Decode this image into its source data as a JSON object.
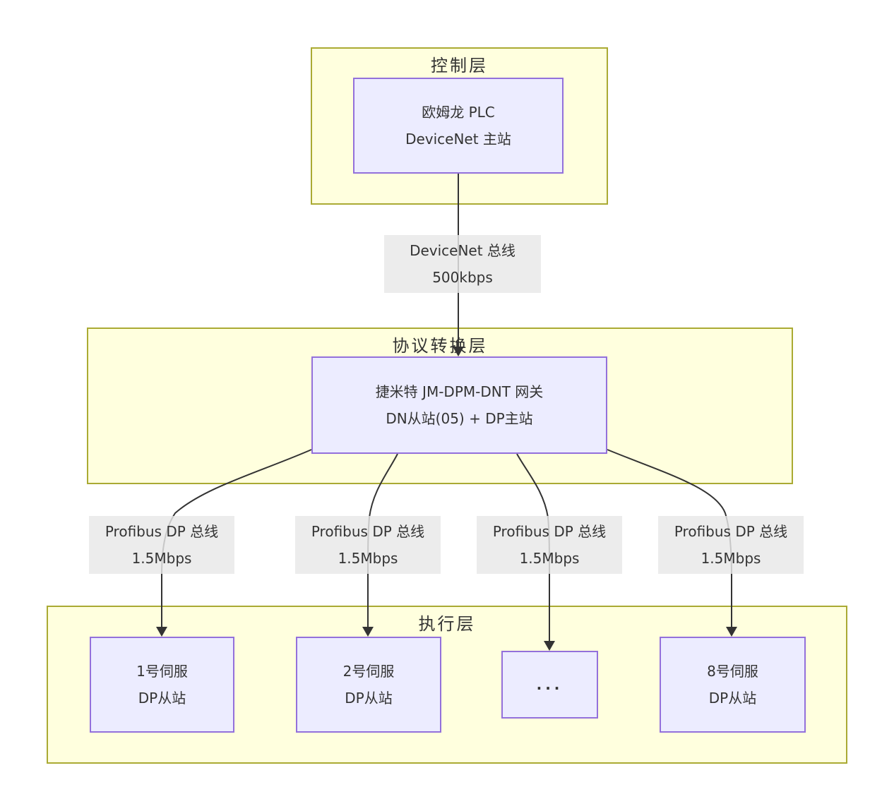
{
  "diagram": {
    "layers": {
      "control": {
        "title": "控制层"
      },
      "protocol": {
        "title": "协议转换层"
      },
      "execution": {
        "title": "执行层"
      }
    },
    "nodes": {
      "plc": {
        "line1": "欧姆龙 PLC",
        "line2": "DeviceNet 主站"
      },
      "gateway": {
        "line1": "捷米特 JM-DPM-DNT 网关",
        "line2": "DN从站(05) + DP主站"
      },
      "servo1": {
        "line1": "1号伺服",
        "line2": "DP从站"
      },
      "servo2": {
        "line1": "2号伺服",
        "line2": "DP从站"
      },
      "dots": {
        "line1": "..."
      },
      "servo8": {
        "line1": "8号伺服",
        "line2": "DP从站"
      }
    },
    "edge_labels": {
      "devicenet": {
        "line1": "DeviceNet 总线",
        "line2": "500kbps"
      },
      "profibus1": {
        "line1": "Profibus DP 总线",
        "line2": "1.5Mbps"
      },
      "profibus2": {
        "line1": "Profibus DP 总线",
        "line2": "1.5Mbps"
      },
      "profibus3": {
        "line1": "Profibus DP 总线",
        "line2": "1.5Mbps"
      },
      "profibus4": {
        "line1": "Profibus DP 总线",
        "line2": "1.5Mbps"
      }
    },
    "colors": {
      "container-fill": "#FFFFDE",
      "container-border": "#AAAA33",
      "node-fill": "#ECECFF",
      "node-border": "#9370DB",
      "edge-color": "#333333",
      "label-bg": "#E8E8E8",
      "text-color": "#333333"
    }
  }
}
